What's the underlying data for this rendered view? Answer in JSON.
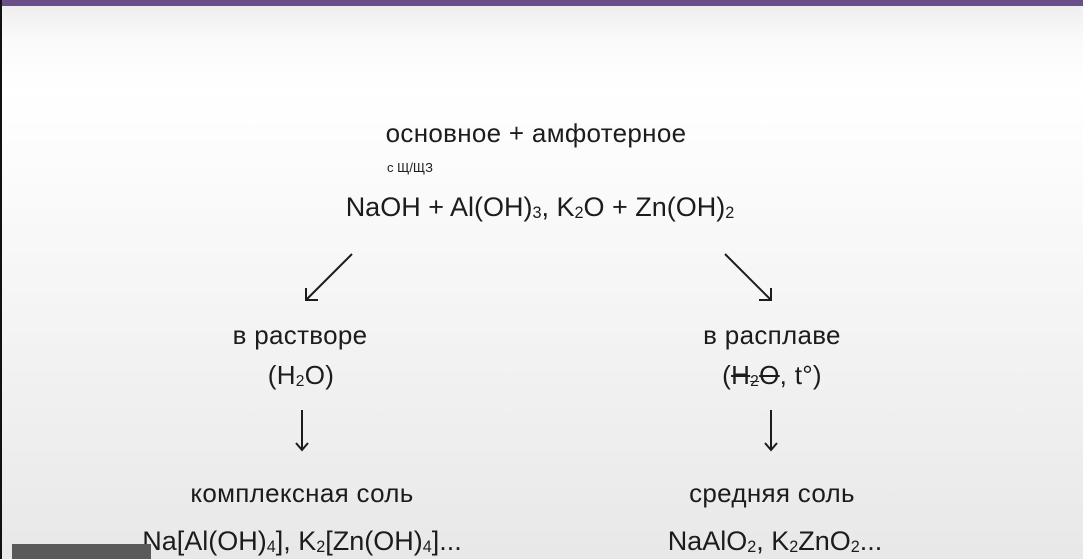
{
  "heading": "основное + амфотерное",
  "note": "с Щ/ЩЗ",
  "reaction": [
    {
      "t": "NaOH + Al(OH)"
    },
    {
      "s": "3"
    },
    {
      "t": ", K"
    },
    {
      "s": "2"
    },
    {
      "t": "O + Zn(OH)"
    },
    {
      "s": "2"
    }
  ],
  "left": {
    "label": "в растворе",
    "condition": [
      {
        "t": "(H"
      },
      {
        "s": "2"
      },
      {
        "t": "O)"
      }
    ],
    "result_label": "комплексная соль",
    "result_formula": [
      {
        "t": "Na[Al(OH)"
      },
      {
        "s": "4"
      },
      {
        "t": "], K"
      },
      {
        "s": "2"
      },
      {
        "t": "[Zn(OH)"
      },
      {
        "s": "4"
      },
      {
        "t": "]..."
      }
    ]
  },
  "right": {
    "label": "в расплаве",
    "condition": [
      {
        "t": "("
      },
      {
        "t": "H",
        "strike": true
      },
      {
        "s": "2",
        "strike": true
      },
      {
        "t": "O",
        "strike": true
      },
      {
        "t": ", t°)"
      }
    ],
    "result_label": "средняя соль",
    "result_formula": [
      {
        "t": "NaAlO"
      },
      {
        "s": "2"
      },
      {
        "t": ", K"
      },
      {
        "s": "2"
      },
      {
        "t": "ZnO"
      },
      {
        "s": "2"
      },
      {
        "t": "..."
      }
    ]
  },
  "colors": {
    "accent_bar": "#6a4f8a",
    "text": "#1c1c1c"
  }
}
